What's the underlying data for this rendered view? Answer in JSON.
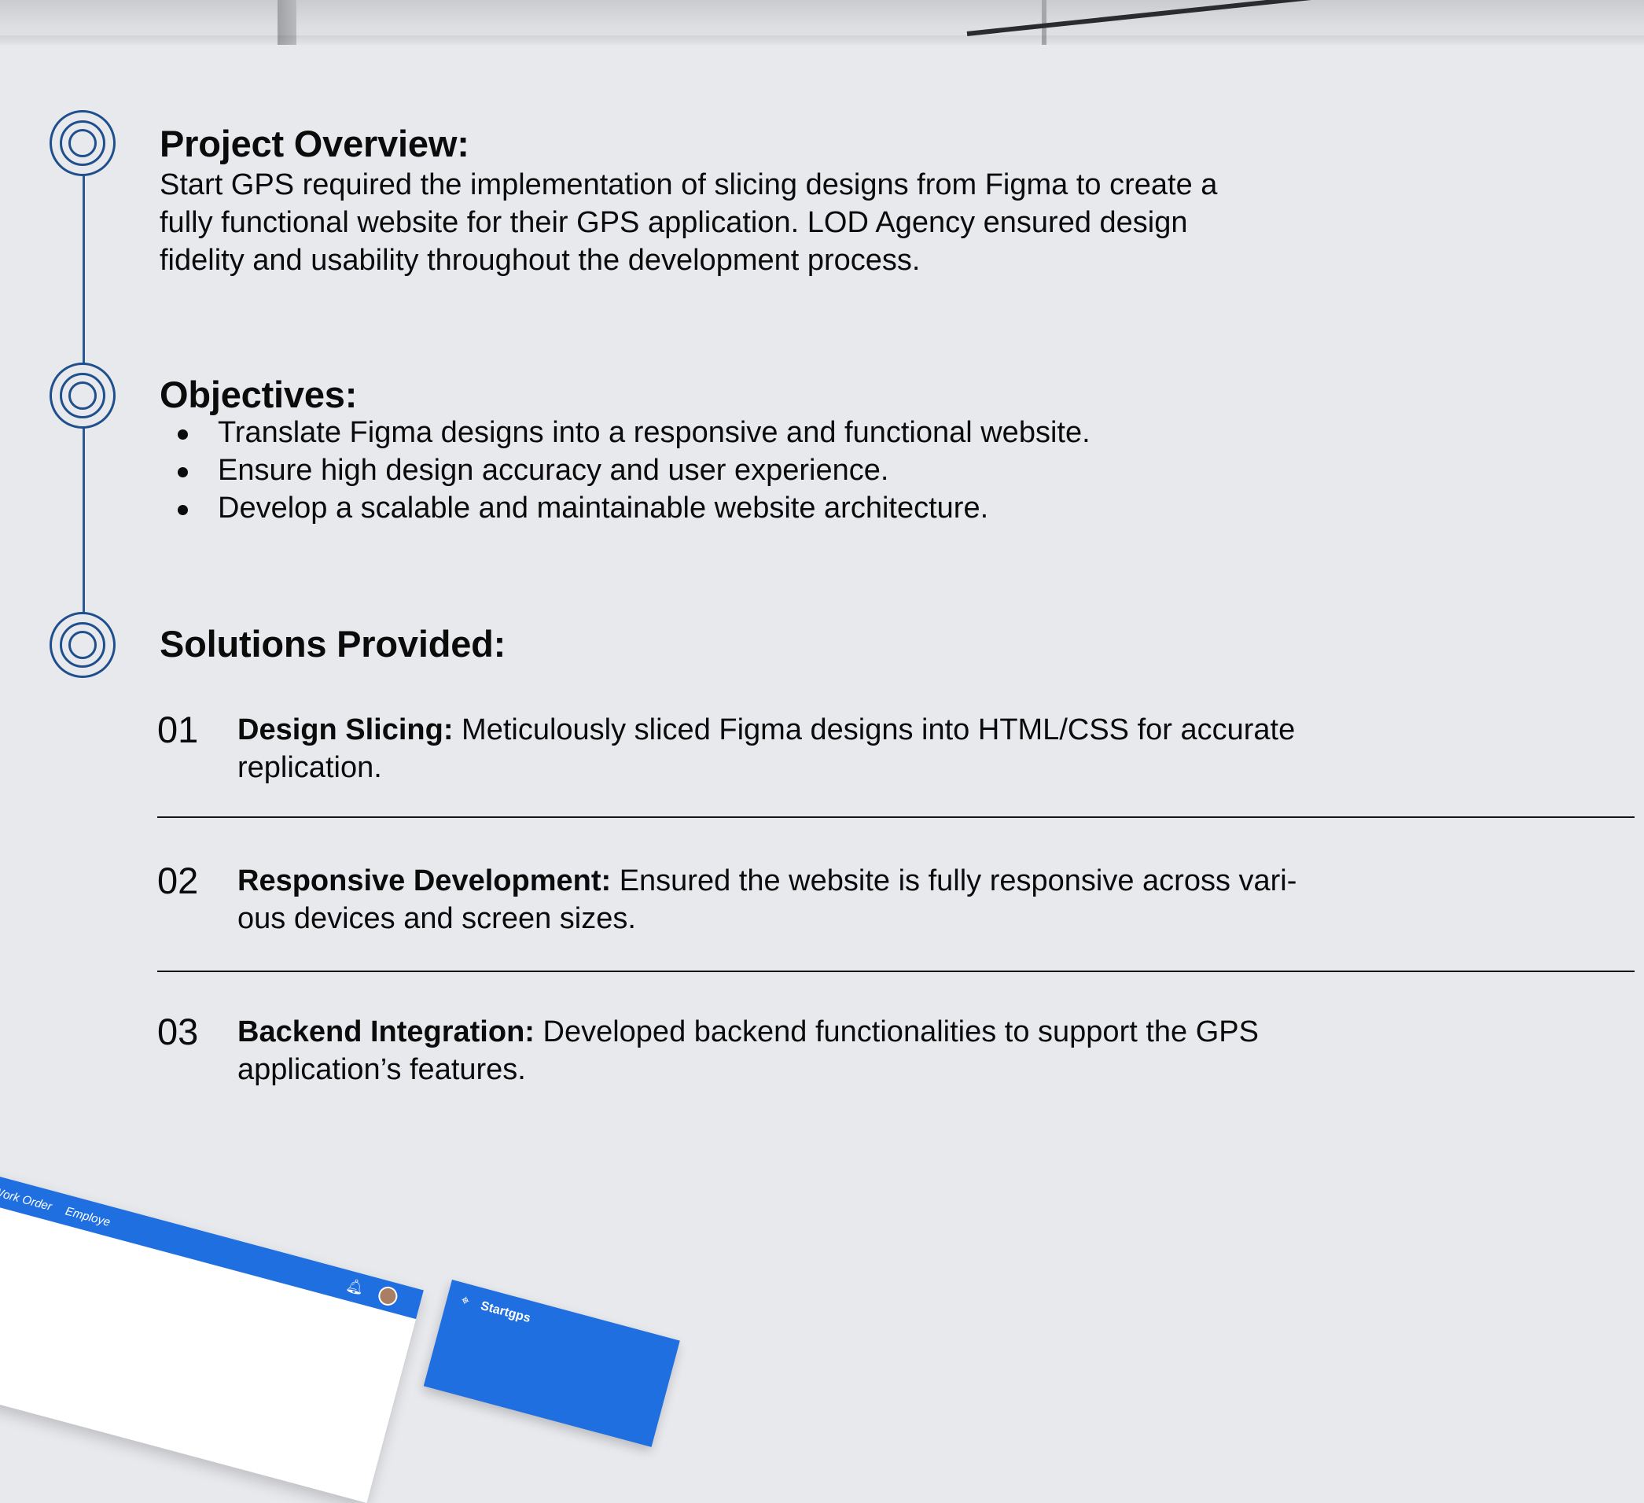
{
  "overview": {
    "heading": "Project Overview:",
    "lines": [
      "Start GPS required the implementation of slicing designs from Figma to create a",
      "fully functional website for their GPS application. LOD Agency ensured design",
      "fidelity and usability throughout the development process."
    ]
  },
  "objectives": {
    "heading": "Objectives:",
    "items": [
      "Translate Figma designs into a responsive and functional website.",
      "Ensure high design accuracy and user experience.",
      "Develop a scalable and maintainable website architecture."
    ]
  },
  "solutions": {
    "heading": "Solutions Provided:",
    "items": [
      {
        "num": "01",
        "title": "Design Slicing:",
        "line1": " Meticulously sliced Figma designs into HTML/CSS for accurate",
        "line2": "replication."
      },
      {
        "num": "02",
        "title": "Responsive Development:",
        "line1": " Ensured the website is fully responsive across vari-",
        "line2": "ous devices and screen sizes."
      },
      {
        "num": "03",
        "title": "Backend Integration:",
        "line1": " Developed backend functionalities to support the GPS",
        "line2": "application’s features."
      }
    ]
  },
  "mockup": {
    "nav_work_order": "Work Order",
    "nav_employe": "Employe",
    "brand": "Startgps",
    "bell_icon": "bell-icon",
    "accent_color": "#1f6fe0",
    "timeline_color": "#1f4f8c"
  }
}
